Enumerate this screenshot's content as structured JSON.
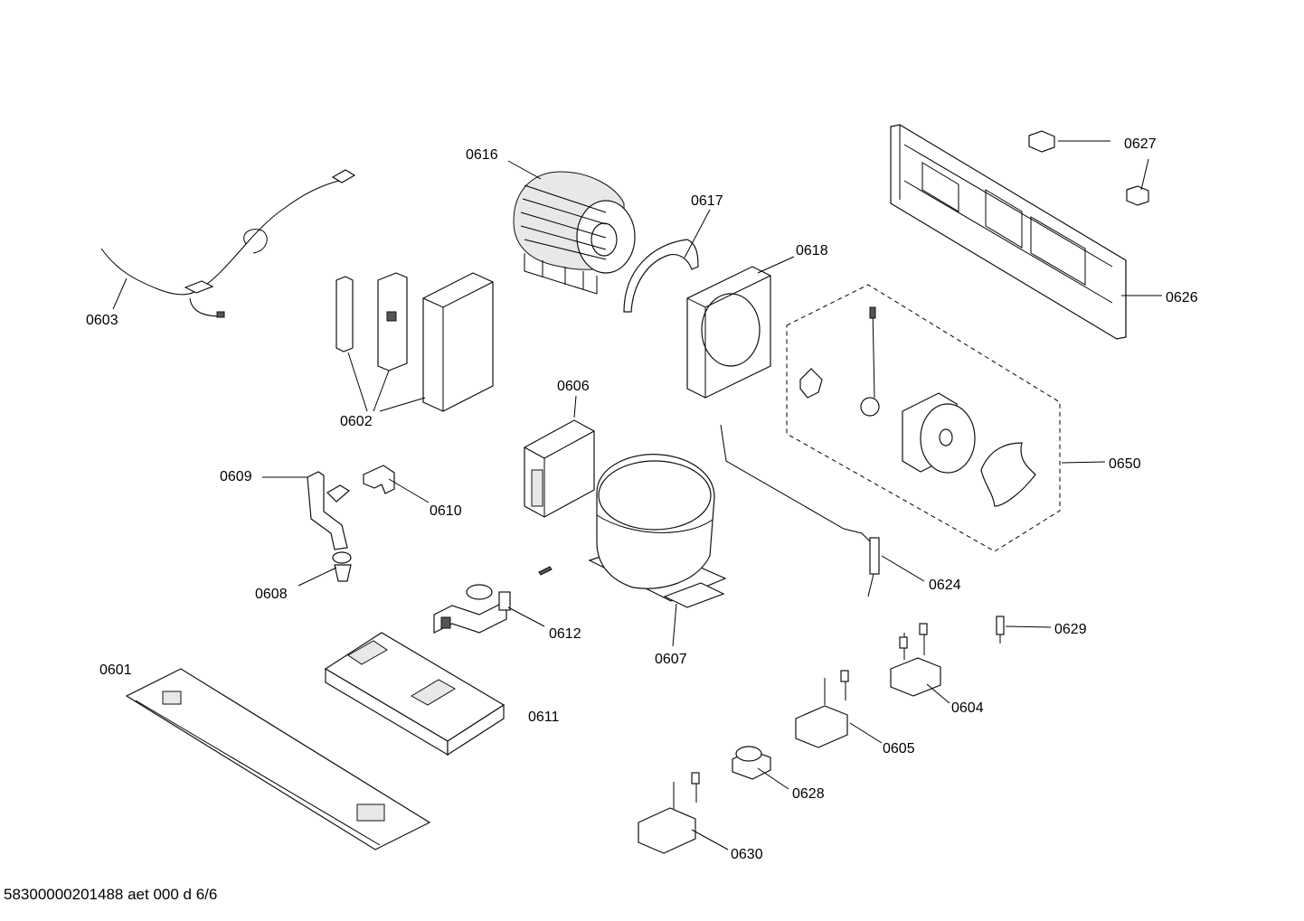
{
  "labels": {
    "p0601": "0601",
    "p0602": "0602",
    "p0603": "0603",
    "p0604": "0604",
    "p0605": "0605",
    "p0606": "0606",
    "p0607": "0607",
    "p0608": "0608",
    "p0609": "0609",
    "p0610": "0610",
    "p0611": "0611",
    "p0612": "0612",
    "p0616": "0616",
    "p0617": "0617",
    "p0618": "0618",
    "p0624": "0624",
    "p0626": "0626",
    "p0627": "0627",
    "p0628": "0628",
    "p0629": "0629",
    "p0630": "0630",
    "p0650": "0650"
  },
  "footer": "58300000201488 aet 000 d 6/6"
}
